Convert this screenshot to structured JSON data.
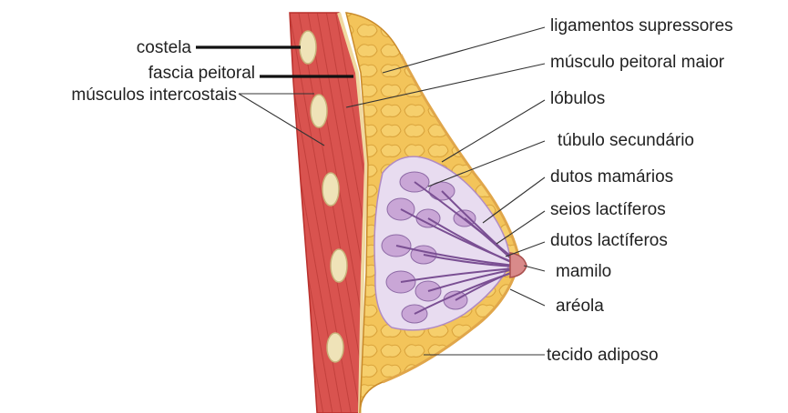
{
  "labels": {
    "costela": "costela",
    "fascia_peitoral": "fascia peitoral",
    "musculos_intercostais": "músculos intercostais",
    "ligamentos_supressores": "ligamentos supressores",
    "musculo_peitoral_maior": "músculo peitoral maior",
    "lobulos": "lóbulos",
    "tubulo_secundario": "túbulo secundário",
    "dutos_mamarios": "dutos mamários",
    "seios_lactiferos": "seios lactíferos",
    "dutos_lactiferos": "dutos lactíferos",
    "mamilo": "mamilo",
    "areola": "aréola",
    "tecido_adiposo": "tecido adiposo"
  },
  "colors": {
    "muscle": "#d9534f",
    "muscle_dark": "#b9302c",
    "fat": "#f3c45a",
    "fat_dark": "#d9a23a",
    "gland": "#c9a6d6",
    "gland_dark": "#8e6aa6",
    "rib": "#efe3b8",
    "skin": "#f6cf7a"
  }
}
